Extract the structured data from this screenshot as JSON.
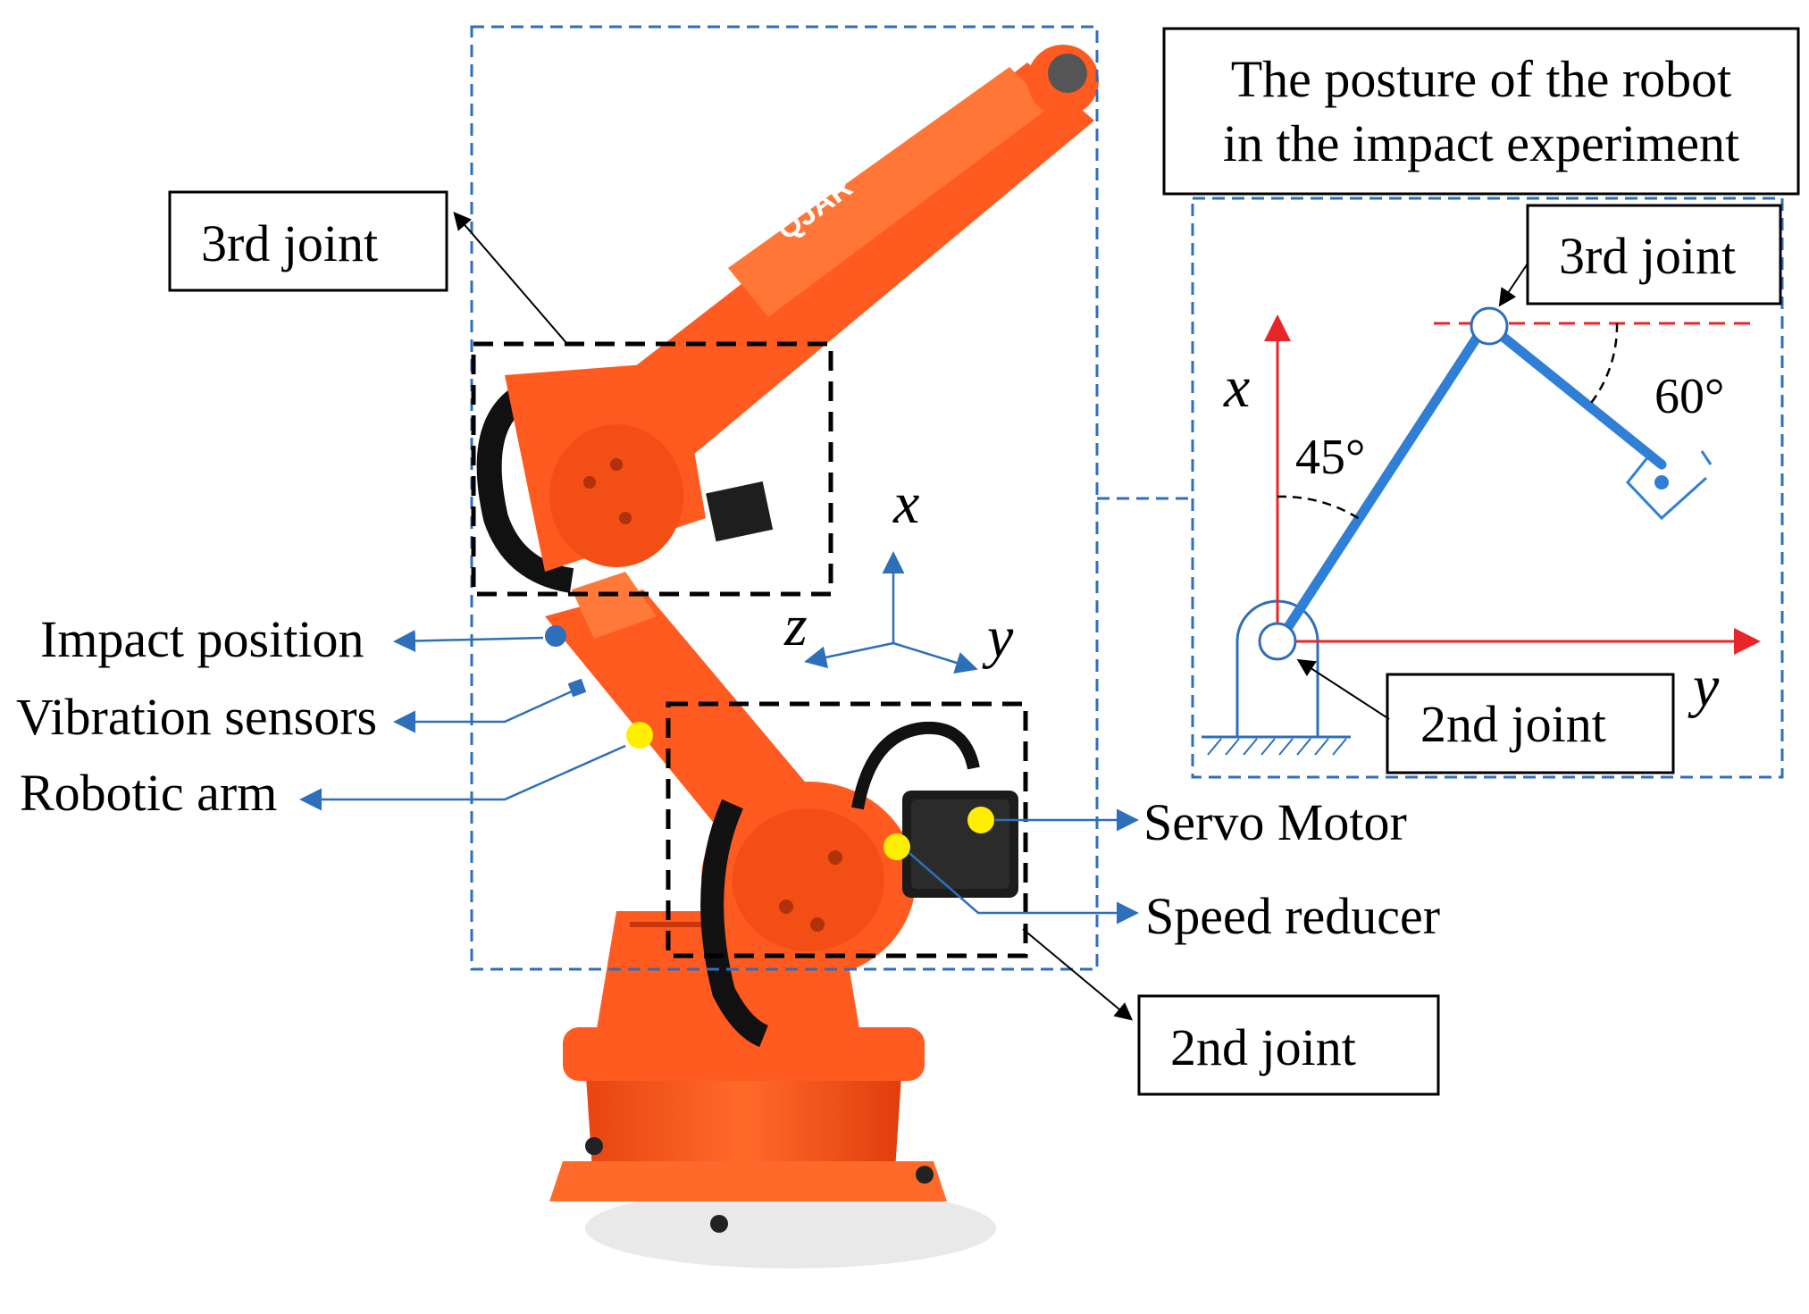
{
  "left_callouts": {
    "third_joint": "3rd joint",
    "impact_position": "Impact position",
    "vibration_sensors": "Vibration sensors",
    "robotic_arm": "Robotic arm",
    "servo_motor": "Servo Motor",
    "speed_reducer": "Speed reducer",
    "second_joint": "2nd  joint"
  },
  "robot_logo": "QJAR",
  "coord_axes": {
    "x": "x",
    "y": "y",
    "z": "z"
  },
  "posture_panel": {
    "title_line1": "The posture of the robot",
    "title_line2": "in the impact experiment",
    "third_joint": "3rd joint",
    "second_joint": "2nd  joint",
    "angle_base": "45°",
    "angle_link": "60°",
    "axis_x": "x",
    "axis_y": "y"
  },
  "colors": {
    "robot_orange": "#ff5a1f",
    "box_blue": "#2e6fba",
    "link_blue": "#2f7fd6",
    "axis_red": "#e8262a",
    "marker_yellow": "#ffee00"
  }
}
